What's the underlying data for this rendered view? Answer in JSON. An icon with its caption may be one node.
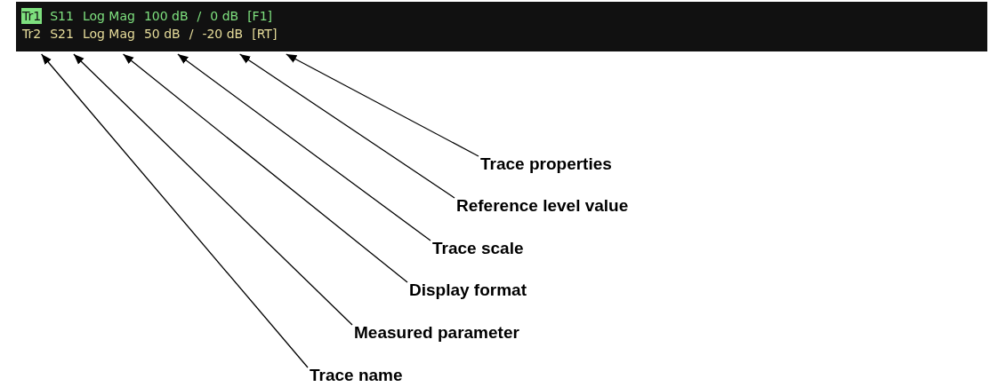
{
  "diagram": {
    "nodes": [
      {
        "text": [],
        "shape": "bar"
      },
      {
        "text": [
          "Tr2"
        ],
        "in": 0
      },
      {
        "text": [
          "S21"
        ],
        "in": 0
      },
      {
        "text": [
          "Log Mag"
        ],
        "in": 0
      },
      {
        "text": [
          "50 dB"
        ],
        "in": 0
      },
      {
        "text": [
          "-20 dB"
        ],
        "in": 0
      },
      {
        "text": [
          "[RT]"
        ],
        "in": 0
      },
      {
        "text": [
          "Trace properties"
        ]
      },
      {
        "text": [
          "Reference level value"
        ]
      },
      {
        "text": [
          "Trace scale"
        ]
      },
      {
        "text": [
          "Display format"
        ]
      },
      {
        "text": [
          "Measured parameter"
        ]
      },
      {
        "text": [
          "Trace name"
        ]
      }
    ],
    "edges": [
      {
        "from": 7,
        "to": 6,
        "arrow": "to"
      },
      {
        "from": 8,
        "to": 5,
        "arrow": "to"
      },
      {
        "from": 9,
        "to": 4,
        "arrow": "to"
      },
      {
        "from": 10,
        "to": 3,
        "arrow": "to"
      },
      {
        "from": 11,
        "to": 2,
        "arrow": "to"
      },
      {
        "from": 12,
        "to": 1,
        "arrow": "to"
      }
    ],
    "labels": [
      "Tr1",
      "S11",
      "Log Mag",
      "100 dB",
      "/",
      "0 dB",
      "[F1]",
      "/"
    ]
  }
}
